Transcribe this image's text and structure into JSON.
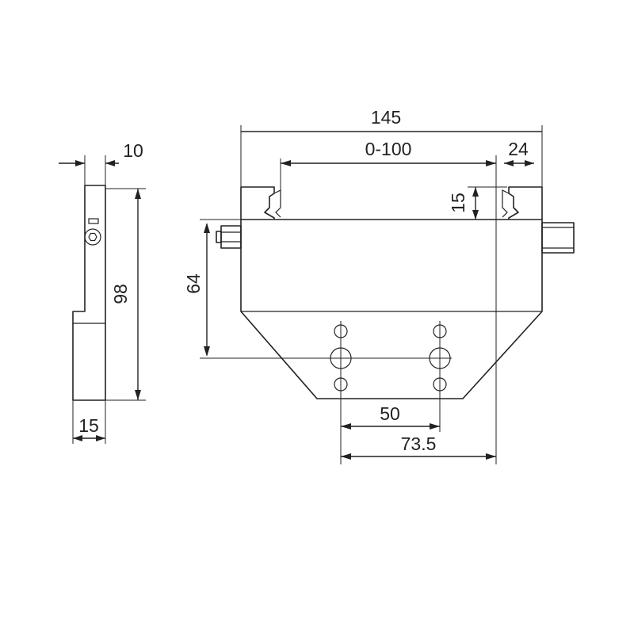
{
  "dimensions": {
    "overall_width": "145",
    "stroke_range": "0-100",
    "jaw_width": "24",
    "jaw_height": "15",
    "body_height": "64",
    "side_top_width": "10",
    "side_height": "98",
    "side_bottom_width": "15",
    "hole_spacing": "50",
    "hole_offset": "73.5"
  },
  "colors": {
    "line": "#222222",
    "background": "#ffffff"
  }
}
